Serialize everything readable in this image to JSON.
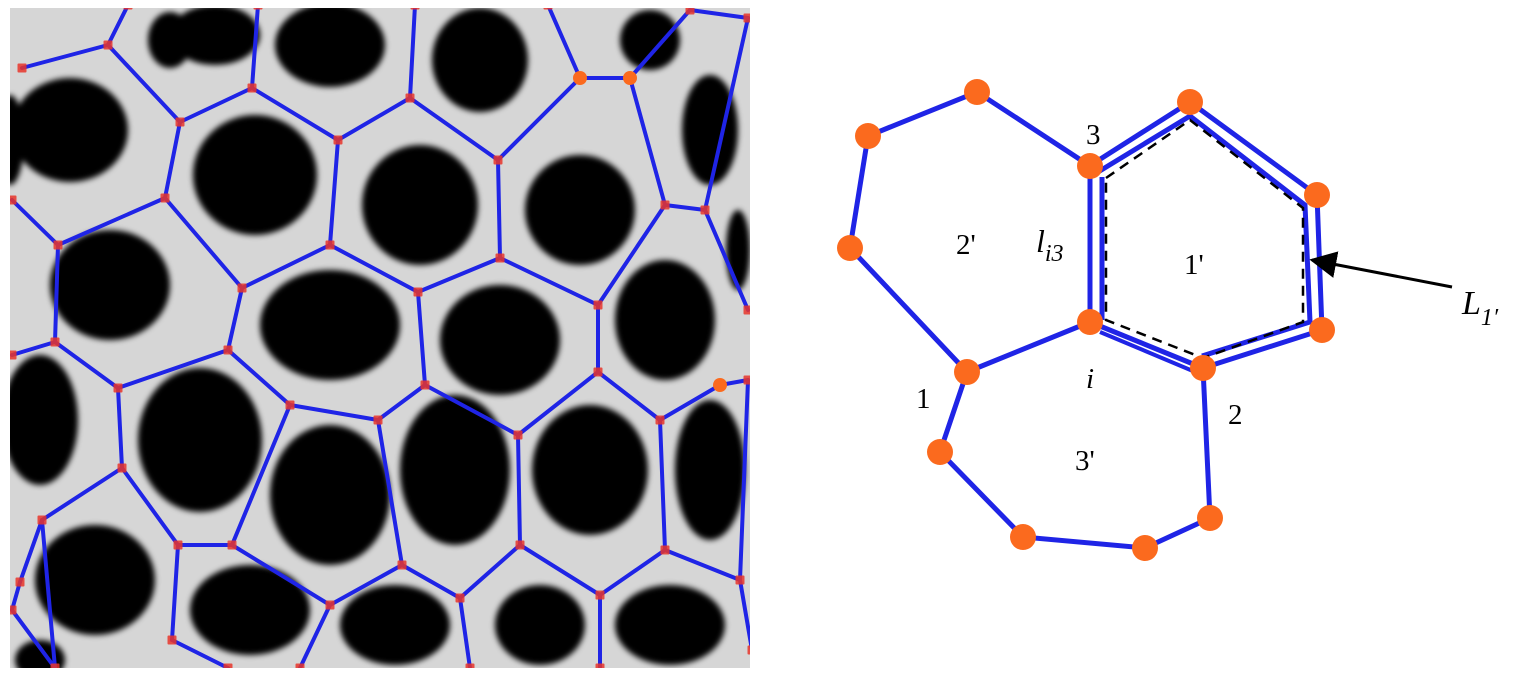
{
  "colors": {
    "edge": "#1f24e6",
    "vertex": "#fb6a1e",
    "vertex_micrograph": "#e8352a",
    "dashed": "#000000",
    "background_dark": "#000000",
    "cell_wall": "#d9d9d9"
  },
  "left_panel": {
    "type": "micrograph-voronoi-overlay"
  },
  "right_panel": {
    "labels": {
      "vertex_i": "i",
      "vertex_1": "1",
      "vertex_2": "2",
      "vertex_3": "3",
      "cell_1p": "1'",
      "cell_2p": "2'",
      "cell_3p": "3'",
      "edge_len_base": "l",
      "edge_len_sub": "i3",
      "perimeter_base": "L",
      "perimeter_sub": "1′"
    }
  }
}
